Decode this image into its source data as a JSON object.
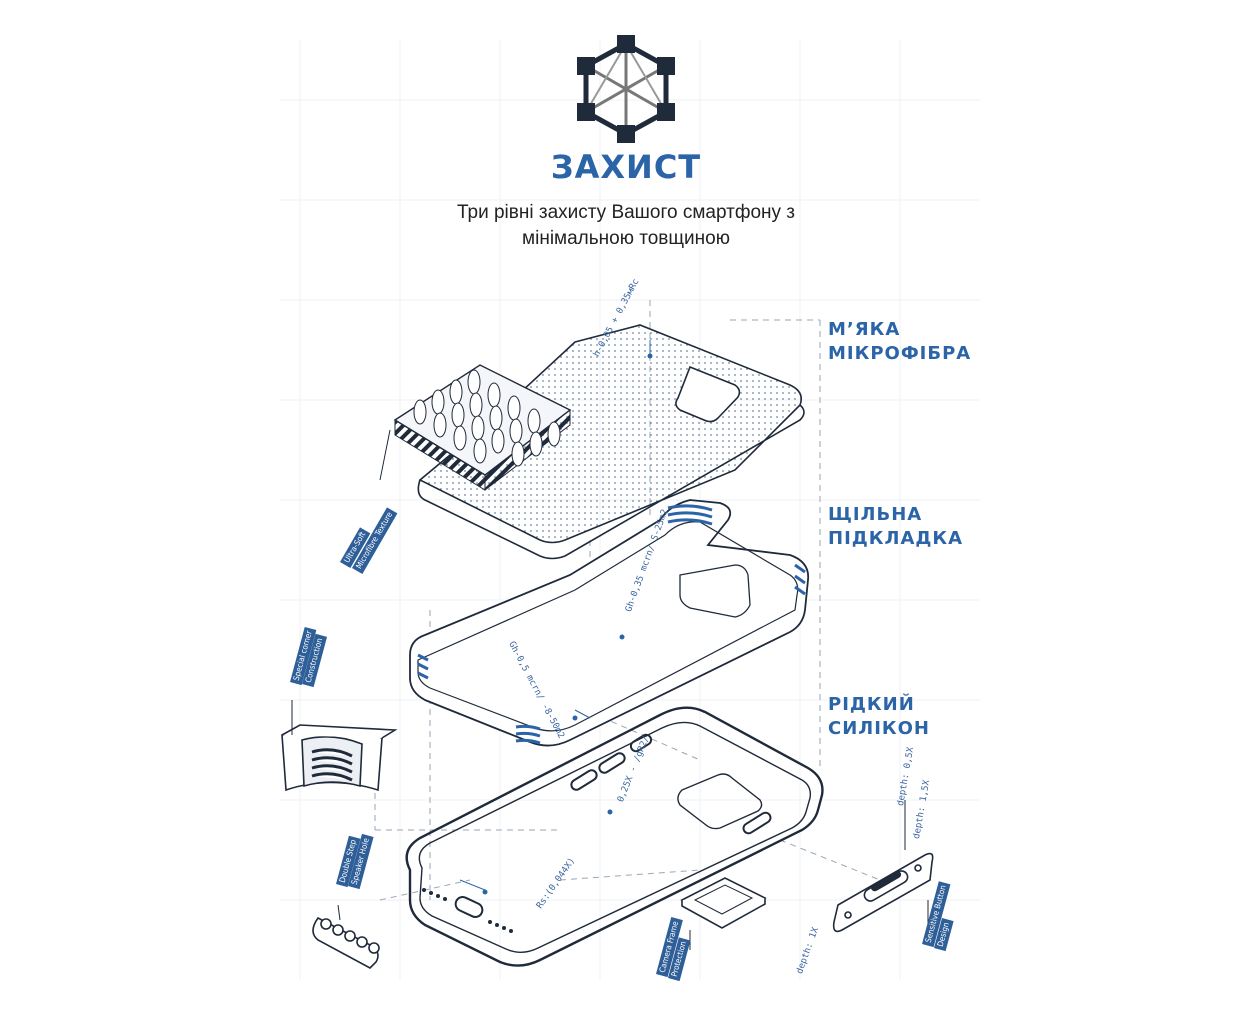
{
  "header": {
    "title": "ЗАХИСТ",
    "subtitle_line1": "Три рівні захисту Вашого смартфону з",
    "subtitle_line2": "мінімальною товщиною"
  },
  "layers": [
    {
      "line1": "М’ЯКА",
      "line2": "МІКРОФІБРА"
    },
    {
      "line1": "ЩІЛЬНА",
      "line2": "ПІДКЛАДКА"
    },
    {
      "line1": "РІДКИЙ",
      "line2": "СИЛІКОН"
    }
  ],
  "tags": {
    "microfibre": [
      "Ultra-Soft",
      "Microfibre Texture"
    ],
    "corner": [
      "Special corner",
      "Construction"
    ],
    "speaker": [
      "Double Step",
      "Speaker Hole"
    ],
    "camera": [
      "Camera Frame",
      "Protection"
    ],
    "button": [
      "Sensitive Button",
      "Design"
    ]
  },
  "dimensions": {
    "microfibre_thickness": "h-0,05 + 0,35мRc",
    "pad_top": "Gh-0,35 mcrn/ S-25m2",
    "pad_bottom": "Gh-0,5 mcrn/ -8-50m2",
    "button_gap": "0,25X - /gR2/",
    "edge_radius": "Rs:(0,044X)",
    "depth_1": "depth: 0,5X",
    "depth_2": "depth: 1,5X",
    "depth_3": "depth: 1X"
  },
  "colors": {
    "accent": "#2c64a8",
    "line": "#1f2a3a",
    "tag_bg": "#2f5f98",
    "dim": "#3a64a0"
  },
  "icons": [
    "network-hexagon-logo-icon"
  ]
}
